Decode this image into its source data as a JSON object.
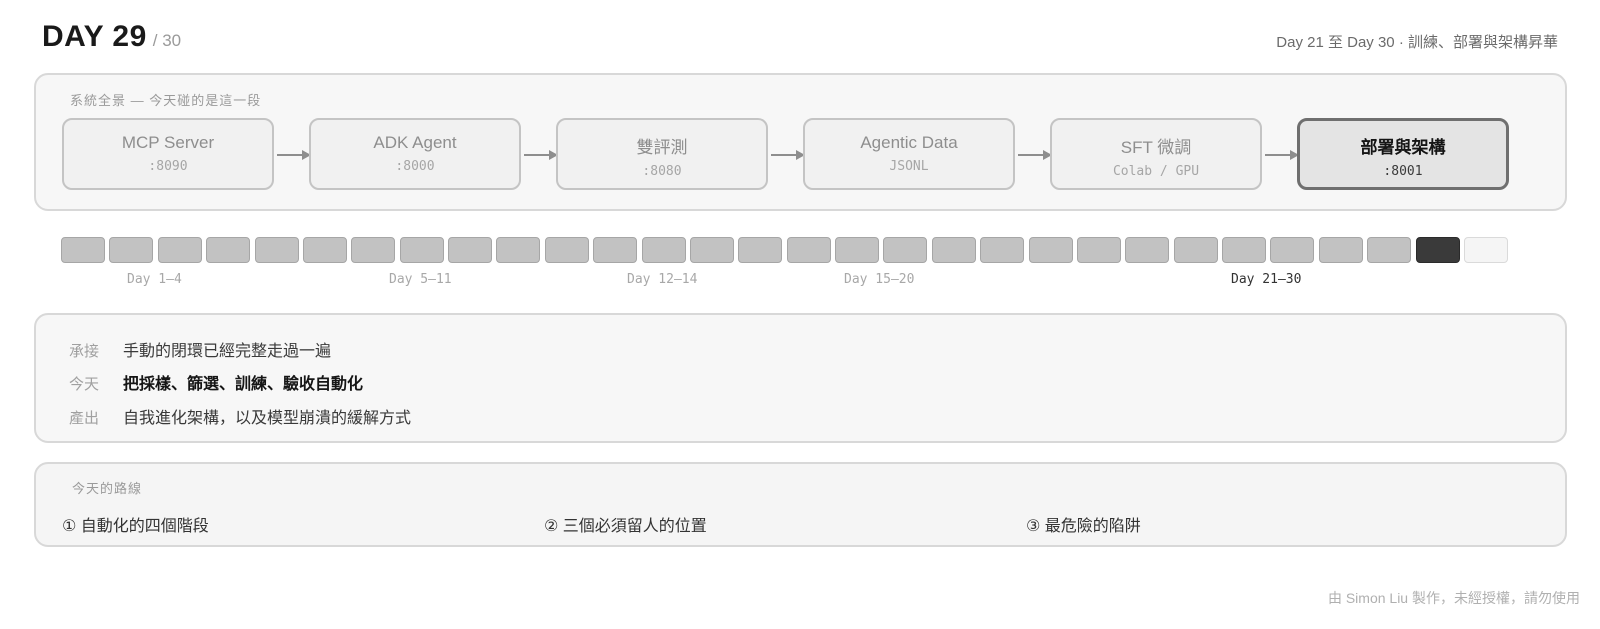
{
  "header": {
    "day": "DAY 29",
    "total": "/ 30",
    "section": "Day 21 至 Day 30 · 訓練、部署與架構昇華"
  },
  "system": {
    "label": "系統全景 — 今天碰的是這一段",
    "stages": [
      {
        "name": "MCP Server",
        "sub": ":8090",
        "active": false
      },
      {
        "name": "ADK Agent",
        "sub": ":8000",
        "active": false
      },
      {
        "name": "雙評測",
        "sub": ":8080",
        "active": false
      },
      {
        "name": "Agentic Data",
        "sub": "JSONL",
        "active": false
      },
      {
        "name": "SFT 微調",
        "sub": "Colab / GPU",
        "active": false
      },
      {
        "name": "部署與架構",
        "sub": ":8001",
        "active": true
      }
    ]
  },
  "timeline": {
    "total_days": 30,
    "current_day": 29,
    "phases": [
      {
        "label": "Day 1–4",
        "start": 1,
        "end": 4,
        "active": false
      },
      {
        "label": "Day 5–11",
        "start": 5,
        "end": 11,
        "active": false
      },
      {
        "label": "Day 12–14",
        "start": 12,
        "end": 14,
        "active": false
      },
      {
        "label": "Day 15–20",
        "start": 15,
        "end": 20,
        "active": false
      },
      {
        "label": "Day 21–30",
        "start": 21,
        "end": 30,
        "active": true
      }
    ]
  },
  "today": {
    "rows": [
      {
        "key": "承接",
        "value": "手動的閉環已經完整走過一遍",
        "strong": false
      },
      {
        "key": "今天",
        "value": "把採樣、篩選、訓練、驗收自動化",
        "strong": true
      },
      {
        "key": "產出",
        "value": "自我進化架構，以及模型崩潰的緩解方式",
        "strong": false
      }
    ]
  },
  "route": {
    "label": "今天的路線",
    "items": [
      "① 自動化的四個階段",
      "② 三個必須留人的位置",
      "③ 最危險的陷阱"
    ]
  },
  "footer": "由 Simon Liu 製作，未經授權，請勿使用",
  "colors": {
    "panel_border": "#d8d8d8",
    "panel_bg": "#f7f7f7",
    "stage_active_border": "#6f6f6f",
    "cell_done": "#c2c2c2",
    "cell_current": "#3a3a3a",
    "cell_future": "#f5f5f5"
  }
}
